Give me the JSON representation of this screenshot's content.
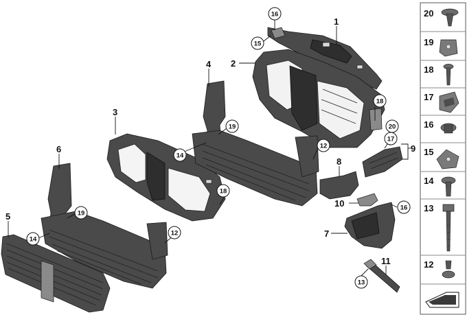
{
  "callouts": [
    {
      "id": "c1",
      "text": "1"
    },
    {
      "id": "c2",
      "text": "2"
    },
    {
      "id": "c3",
      "text": "3"
    },
    {
      "id": "c4",
      "text": "4"
    },
    {
      "id": "c5",
      "text": "5"
    },
    {
      "id": "c6",
      "text": "6"
    },
    {
      "id": "c7",
      "text": "7"
    },
    {
      "id": "c8",
      "text": "8"
    },
    {
      "id": "c9",
      "text": "9"
    },
    {
      "id": "c10",
      "text": "10"
    },
    {
      "id": "c11",
      "text": "11"
    },
    {
      "id": "c12a",
      "text": "12"
    },
    {
      "id": "c12b",
      "text": "12"
    },
    {
      "id": "c13",
      "text": "13"
    },
    {
      "id": "c14a",
      "text": "14"
    },
    {
      "id": "c14b",
      "text": "14"
    },
    {
      "id": "c15",
      "text": "15"
    },
    {
      "id": "c16a",
      "text": "16"
    },
    {
      "id": "c16b",
      "text": "16"
    },
    {
      "id": "c17",
      "text": "17"
    },
    {
      "id": "c18a",
      "text": "18"
    },
    {
      "id": "c18b",
      "text": "18"
    },
    {
      "id": "c19a",
      "text": "19"
    },
    {
      "id": "c19b",
      "text": "19"
    },
    {
      "id": "c20",
      "text": "20"
    }
  ],
  "sidebar_items": [
    "20",
    "19",
    "18",
    "17",
    "16",
    "15",
    "14",
    "13",
    "12"
  ]
}
